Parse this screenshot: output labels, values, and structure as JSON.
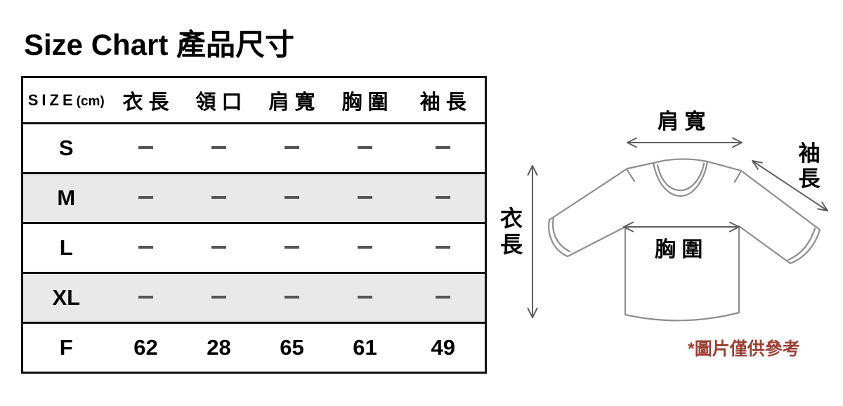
{
  "page": {
    "title": "Size Chart 產品尺寸"
  },
  "table": {
    "header": {
      "size_label": "SIZE",
      "size_unit": "(cm)",
      "columns": [
        "衣 長",
        "領 口",
        "肩 寬",
        "胸 圍",
        "袖 長"
      ]
    },
    "rows": [
      {
        "size": "S",
        "shaded": false,
        "values": [
          "–",
          "–",
          "–",
          "–",
          "–"
        ]
      },
      {
        "size": "M",
        "shaded": true,
        "values": [
          "–",
          "–",
          "–",
          "–",
          "–"
        ]
      },
      {
        "size": "L",
        "shaded": false,
        "values": [
          "–",
          "–",
          "–",
          "–",
          "–"
        ]
      },
      {
        "size": "XL",
        "shaded": true,
        "values": [
          "–",
          "–",
          "–",
          "–",
          "–"
        ]
      },
      {
        "size": "F",
        "shaded": false,
        "values": [
          "62",
          "28",
          "65",
          "61",
          "49"
        ]
      }
    ]
  },
  "diagram": {
    "labels": {
      "shoulder": "肩 寬",
      "sleeve": "袖長",
      "length": "衣長",
      "chest": "胸 圍"
    },
    "note": "*圖片僅供參考"
  },
  "colors": {
    "shaded_row": "#e9e9e9",
    "table_border": "#111111",
    "dash": "#555555",
    "note": "#9a4136",
    "shirt_outline": "#8e8e8e",
    "arrow": "#5f5f5f"
  }
}
